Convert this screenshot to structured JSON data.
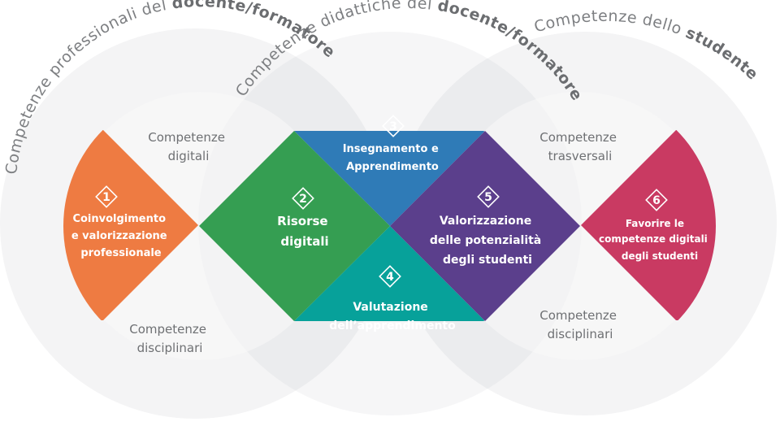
{
  "arcs": {
    "left": {
      "prefix": "Competenze professionali del ",
      "bold": "docente/formatore"
    },
    "middle": {
      "prefix": "Competenze didattiche del ",
      "bold": "docente/formatore"
    },
    "right": {
      "prefix": "Competenze dello ",
      "bold": "studente"
    }
  },
  "side_labels": {
    "digitali": [
      "Competenze",
      "digitali"
    ],
    "disciplinari_l": [
      "Competenze",
      "disciplinari"
    ],
    "trasversali": [
      "Competenze",
      "trasversali"
    ],
    "disciplinari_r": [
      "Competenze",
      "disciplinari"
    ]
  },
  "areas": {
    "a1": {
      "number": "1",
      "lines": [
        "Coinvolgimento",
        "e valorizzazione",
        "professionale"
      ],
      "color": "#ee7b42"
    },
    "a2": {
      "number": "2",
      "lines": [
        "Risorse",
        "digitali"
      ],
      "color": "#359e52"
    },
    "a3": {
      "number": "3",
      "lines": [
        "Insegnamento e",
        "Apprendimento"
      ],
      "color": "#2f7bb7"
    },
    "a4": {
      "number": "4",
      "lines": [
        "Valutazione",
        "dell’apprendimento"
      ],
      "color": "#07a19a"
    },
    "a5": {
      "number": "5",
      "lines": [
        "Valorizzazione",
        "delle potenzialità",
        "degli studenti"
      ],
      "color": "#5b3f8c"
    },
    "a6": {
      "number": "6",
      "lines": [
        "Favorire le",
        "competenze digitali",
        "degli studenti"
      ],
      "color": "#c93a62"
    }
  }
}
